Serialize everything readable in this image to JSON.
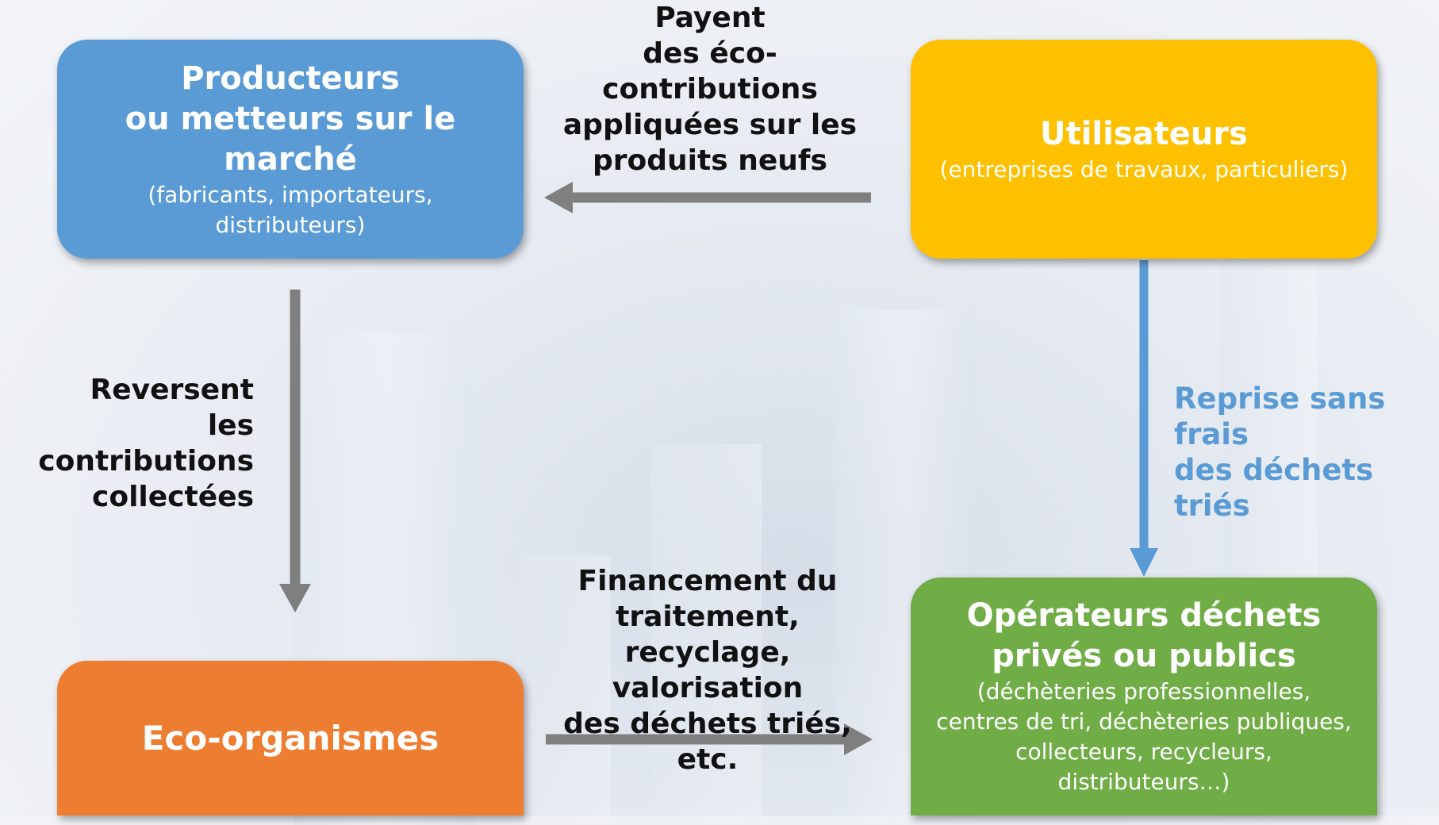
{
  "nodes": {
    "producteurs": {
      "title": "Producteurs\nou metteurs sur le\nmarché",
      "subtitle": "(fabricants, importateurs,\ndistributeurs)",
      "color": "#5b9bd5"
    },
    "utilisateurs": {
      "title": "Utilisateurs",
      "subtitle": "(entreprises de travaux, particuliers)",
      "color": "#ffc000"
    },
    "operateurs": {
      "title": "Opérateurs déchets\nprivés ou publics",
      "subtitle": "(déchèteries professionnelles,\ncentres de tri, déchèteries publiques,\ncollecteurs, recycleurs,\ndistributeurs…)",
      "color": "#70ad47"
    },
    "eco_organismes": {
      "title": "Eco-organismes",
      "color": "#ed7d31"
    }
  },
  "edges": [
    {
      "from": "utilisateurs",
      "to": "producteurs",
      "label": "Payent\ndes éco-\ncontributions\nappliquées sur les\nproduits neufs",
      "color": "#7f7f7f"
    },
    {
      "from": "producteurs",
      "to": "eco_organismes",
      "label": "Reversent\nles contributions\ncollectées",
      "color": "#7f7f7f"
    },
    {
      "from": "eco_organismes",
      "to": "operateurs",
      "label": "Financement du\ntraitement, recyclage,\nvalorisation\ndes déchets triés, etc.",
      "color": "#7f7f7f"
    },
    {
      "from": "utilisateurs",
      "to": "operateurs",
      "label": "Reprise sans frais\ndes déchets triés",
      "color": "#5b9bd5"
    }
  ]
}
